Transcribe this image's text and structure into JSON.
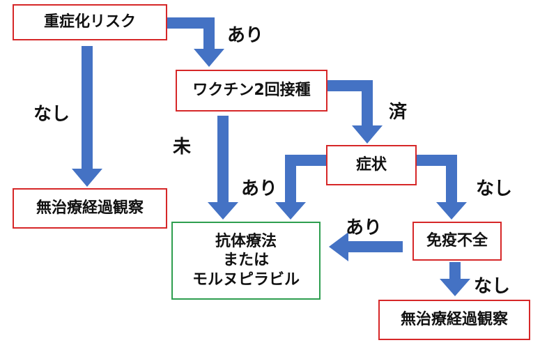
{
  "nodes": {
    "risk": "重症化リスク",
    "no_treatment_left": "無治療経過観察",
    "vaccine": "ワクチン2回接種",
    "symptoms": "症状",
    "immune": "免疫不全",
    "treatment_line1": "抗体療法",
    "treatment_line2": "または",
    "treatment_line3": "モルヌピラビル",
    "no_treatment_right": "無治療経過観察"
  },
  "edge_labels": {
    "risk_yes": "あり",
    "risk_no": "なし",
    "vaccine_done": "済",
    "vaccine_not": "未",
    "symptoms_yes": "あり",
    "symptoms_no": "なし",
    "immune_yes": "あり",
    "immune_no": "なし"
  },
  "colors": {
    "arrow": "#4472c4",
    "box_red": "#d62728",
    "box_green": "#2e9e4f"
  }
}
